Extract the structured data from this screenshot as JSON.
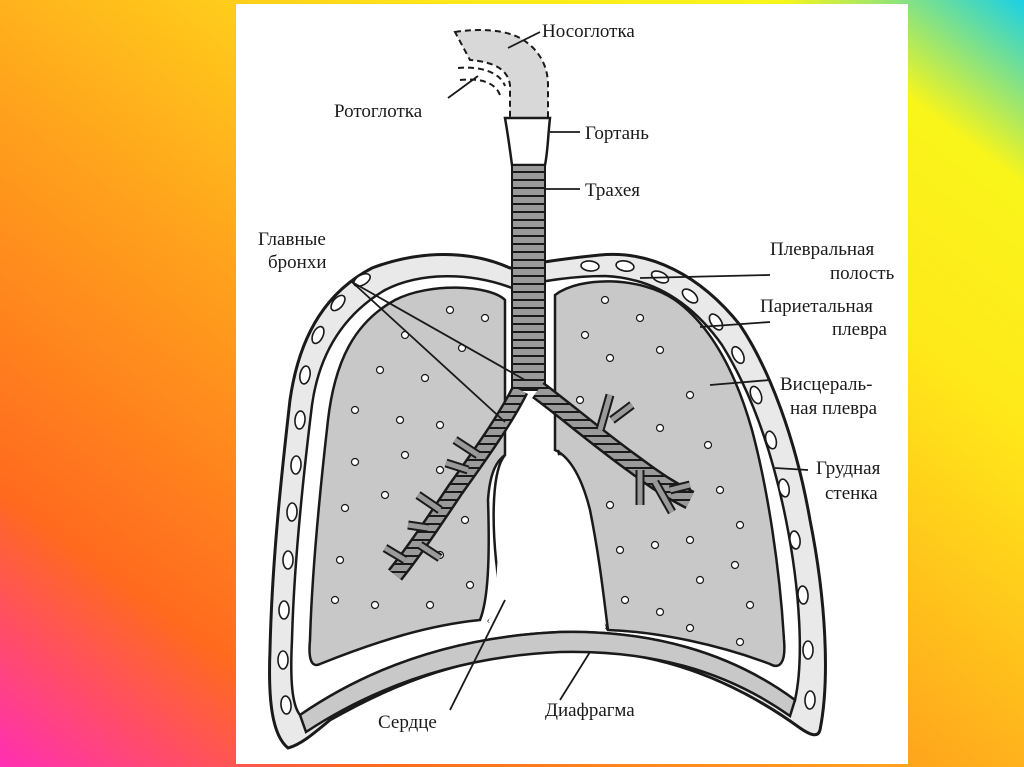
{
  "background": {
    "gradient_colors": [
      "#ff2fb3",
      "#ff6a1e",
      "#ffa51c",
      "#ffe81a",
      "#f9f51a",
      "#1ad0e6"
    ]
  },
  "diagram": {
    "colors": {
      "lung_fill": "#c8c8c8",
      "outline": "#1a1a1a",
      "panel": "#ffffff"
    },
    "labels": {
      "nasopharynx": "Носоглотка",
      "oropharynx": "Ротоглотка",
      "larynx": "Гортань",
      "trachea": "Трахея",
      "main_bronchi_line1": "Главные",
      "main_bronchi_line2": "бронхи",
      "pleural_cavity_line1": "Плевральная",
      "pleural_cavity_line2": "полость",
      "parietal_pleura_line1": "Париетальная",
      "parietal_pleura_line2": "плевра",
      "visceral_pleura_line1": "Висцераль-",
      "visceral_pleura_line2": "ная плевра",
      "chest_wall_line1": "Грудная",
      "chest_wall_line2": "стенка",
      "heart": "Сердце",
      "diaphragm": "Диафрагма"
    }
  }
}
